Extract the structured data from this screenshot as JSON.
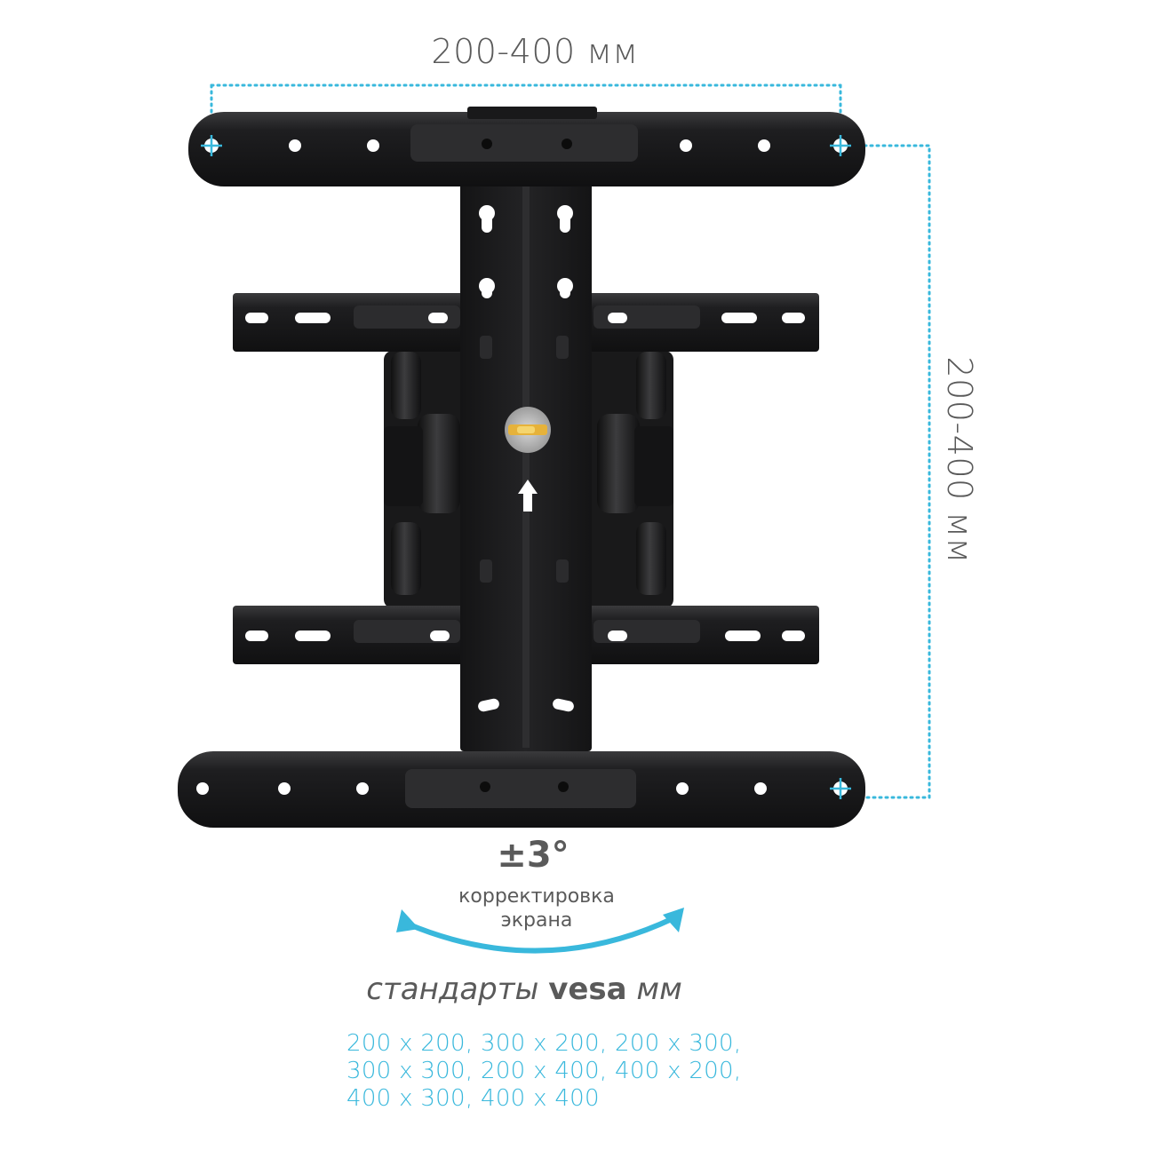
{
  "dimensions": {
    "width_label": "200-400 мм",
    "height_label": "200-400 мм"
  },
  "tilt": {
    "value": "±3°",
    "caption_line1": "корректировка",
    "caption_line2": "экрана"
  },
  "vesa": {
    "title_prefix": "стандарты",
    "title_bold": "vesa",
    "title_suffix": "мм",
    "lines": [
      "200 x 200, 300 x 200, 200 x 300,",
      "300 x 300, 200 x 400, 400 x 200,",
      "400 x 300, 400 x 400"
    ]
  },
  "colors": {
    "accent": "#39b8dc",
    "metal": "#1b1b1c",
    "text": "#5a5a5a"
  }
}
